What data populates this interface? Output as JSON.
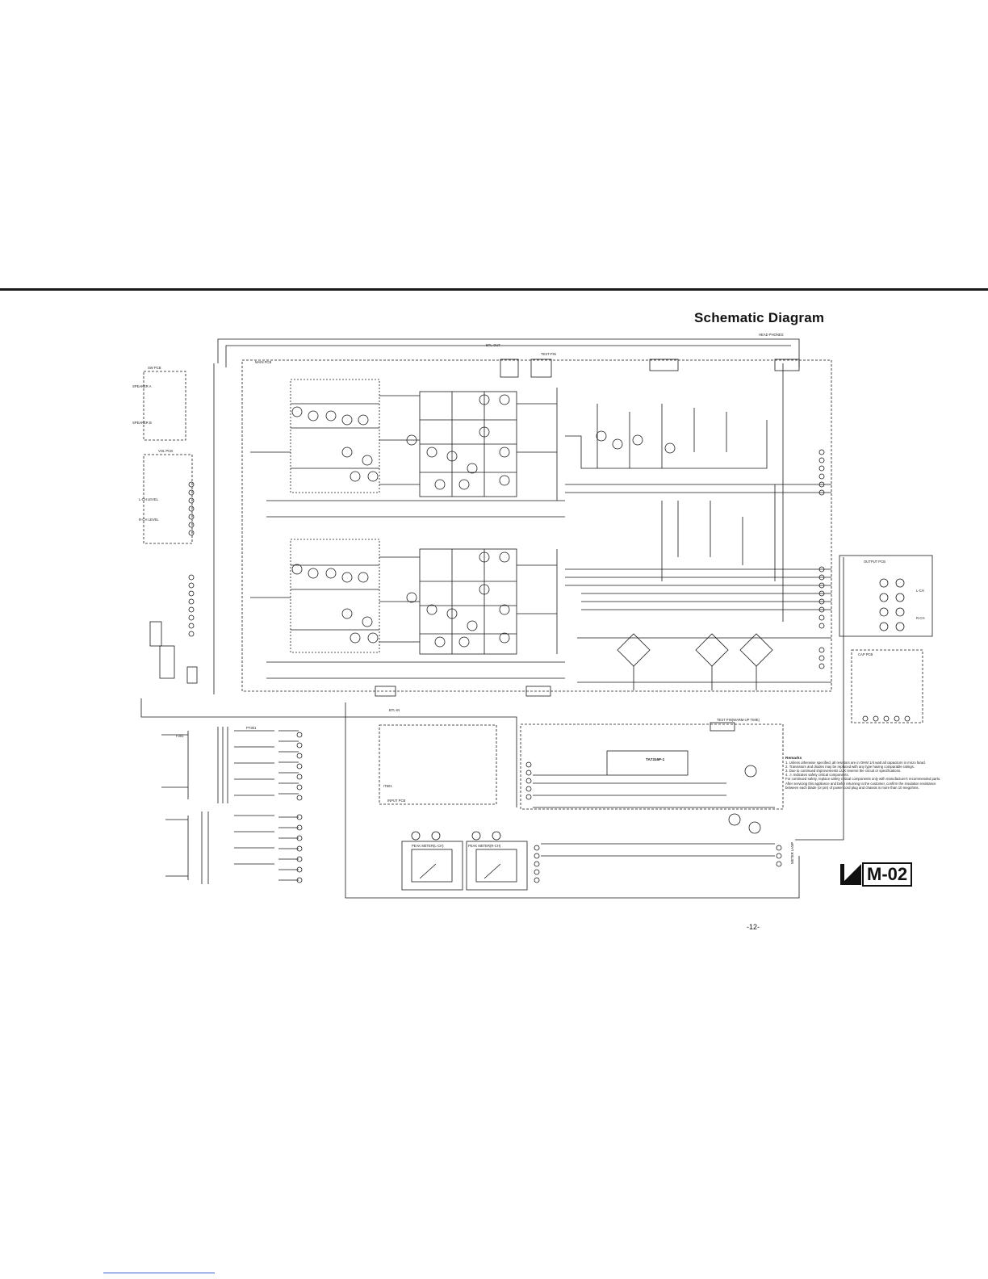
{
  "title": "Schematic Diagram",
  "page_number": "-12-",
  "model_logo": "M-02",
  "labels": {
    "head_phones": "HEAD PHONES",
    "btl_out": "BTL-OUT",
    "test_pin": "TEST-PIN",
    "main_pcb": "MAIN PCB",
    "sw_pcb": "SW PCB",
    "vol_pcb": "VOL PCB",
    "output_pcb": "OUTPUT PCB",
    "cap_pcb": "CAP PCB",
    "input_pcb": "INPUT PCB",
    "btl_in": "BTL-IN",
    "test_pin_warmup": "TEST PIN(WARM-UP TIME)",
    "peak_meter_l": "PEAK METER(L-CH)",
    "peak_meter_r": "PEAK METER(R-CH)",
    "meter_lamp": "METER LAMP",
    "speaker_a": "SPEAKER A",
    "speaker_b": "SPEAKER B",
    "l_ch_level": "L-CH LEVEL",
    "r_ch_level": "R-CH LEVEL",
    "l_ch": "L-CH",
    "r_ch": "R-CH",
    "ic": "TA7316P-1",
    "power_transformer": "PT301",
    "fuse": "F301",
    "input_transformer": "IT501"
  },
  "remarks": {
    "title": "Remarks",
    "items": [
      "1. Unless otherwise specified, all resistors are in OHM 1/4 watt all capacitors in micro farad.",
      "2. Transistors and diodes may be replaced with any type having comparable ratings.",
      "3. Due to continued improvements LUX reserve the circuit or specifications.",
      "4. ⚠ Indicates safety critical components.",
      "For continued safety, replace safety critical components only with manufacture's recommended parts.",
      "After servicing this appliance and befor returning to the customer, confirm the insulation resistance between each blade (or pin) of power cord plug and chassis is more than 10 megohms."
    ]
  },
  "colors": {
    "ink": "#1a1a1a",
    "paper": "#ffffff",
    "link_line": "#3b5bd6"
  }
}
